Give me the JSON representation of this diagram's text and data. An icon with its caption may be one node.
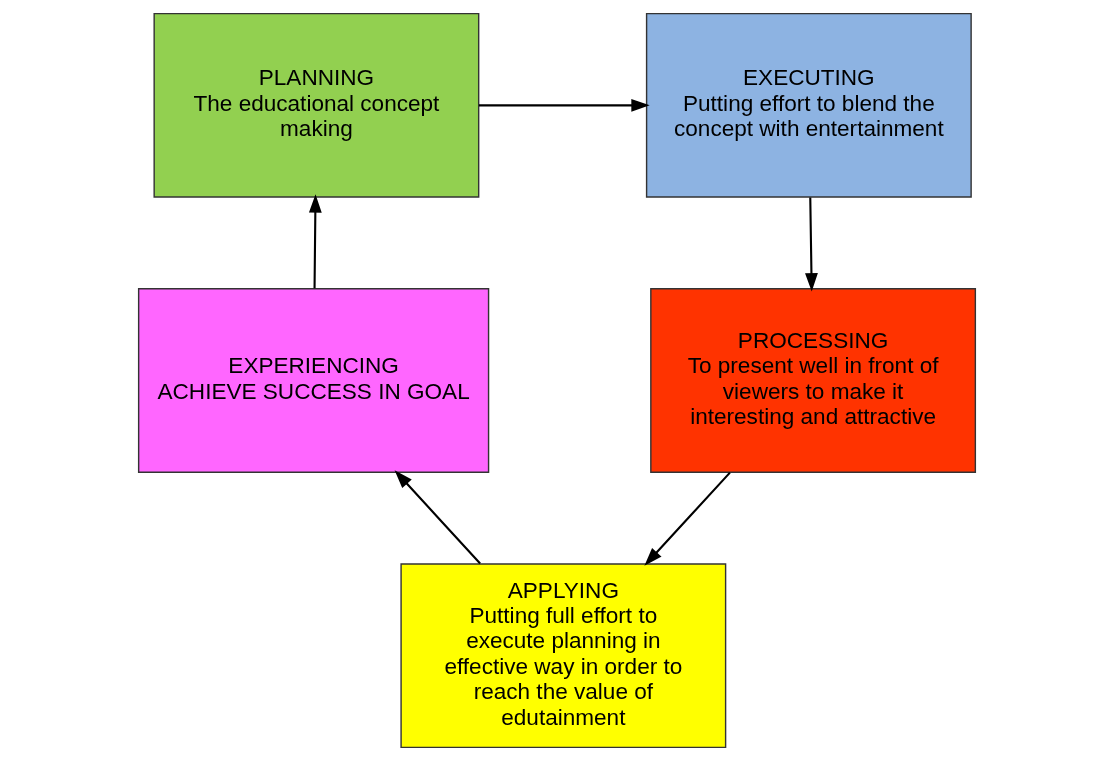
{
  "diagram": {
    "nodes": [
      {
        "text": [
          "PLANNING",
          "The educational concept making"
        ]
      },
      {
        "text": [
          "EXECUTING",
          "Putting effort to blend the concept with entertainment"
        ]
      },
      {
        "text": [
          "PROCESSING",
          "To present well in front of viewers to make it interesting and attractive"
        ]
      },
      {
        "text": [
          "APPLYING",
          "Putting full effort to execute planning in effective way in order to reach the value of edutainment"
        ]
      },
      {
        "text": [
          "EXPERIENCING",
          "ACHIEVE SUCCESS IN GOAL"
        ]
      }
    ],
    "edges": [
      {
        "from": 0,
        "to": 1,
        "arrow": "to"
      },
      {
        "from": 1,
        "to": 2,
        "arrow": "to"
      },
      {
        "from": 2,
        "to": 3,
        "arrow": "to"
      },
      {
        "from": 3,
        "to": 4,
        "arrow": "to"
      },
      {
        "from": 4,
        "to": 0,
        "arrow": "to"
      }
    ]
  }
}
